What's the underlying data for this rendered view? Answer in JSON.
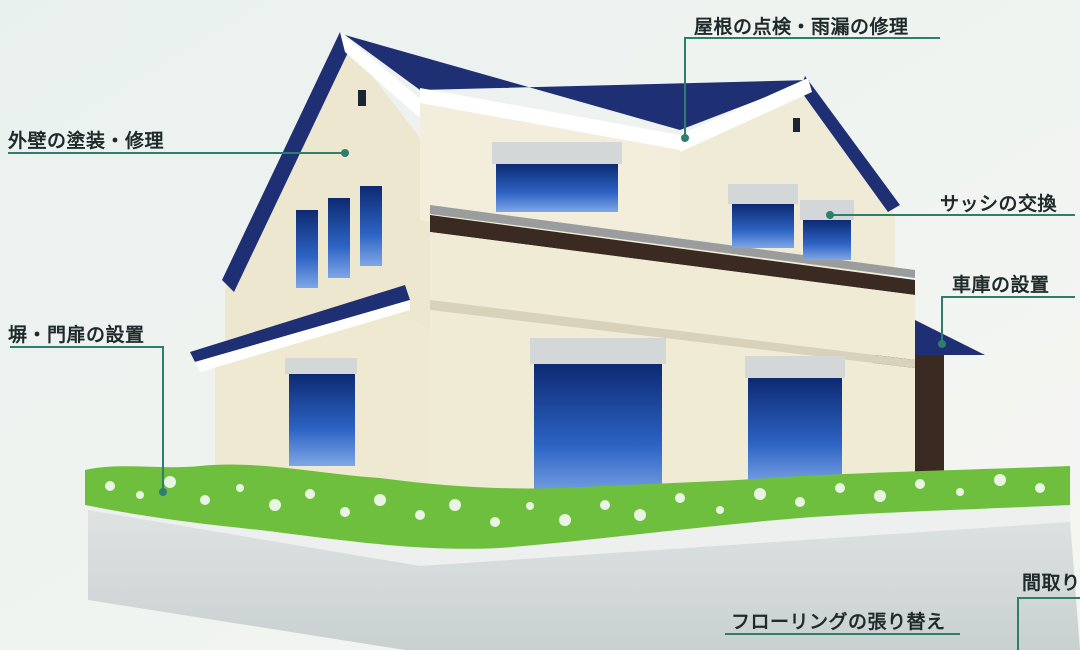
{
  "labels": {
    "roof": "屋根の点検・雨漏の修理",
    "wall": "外壁の塗装・修理",
    "sash": "サッシの交換",
    "garage": "車庫の設置",
    "fence": "塀・門扉の設置",
    "flooring": "フローリングの張り替え",
    "layout": "間取り"
  },
  "colors": {
    "accent_line": "#2f7d6d",
    "roof": "#1f2f73",
    "wall": "#efebd8",
    "window": "#1f4fa6",
    "hedge": "#6fbf3f"
  }
}
